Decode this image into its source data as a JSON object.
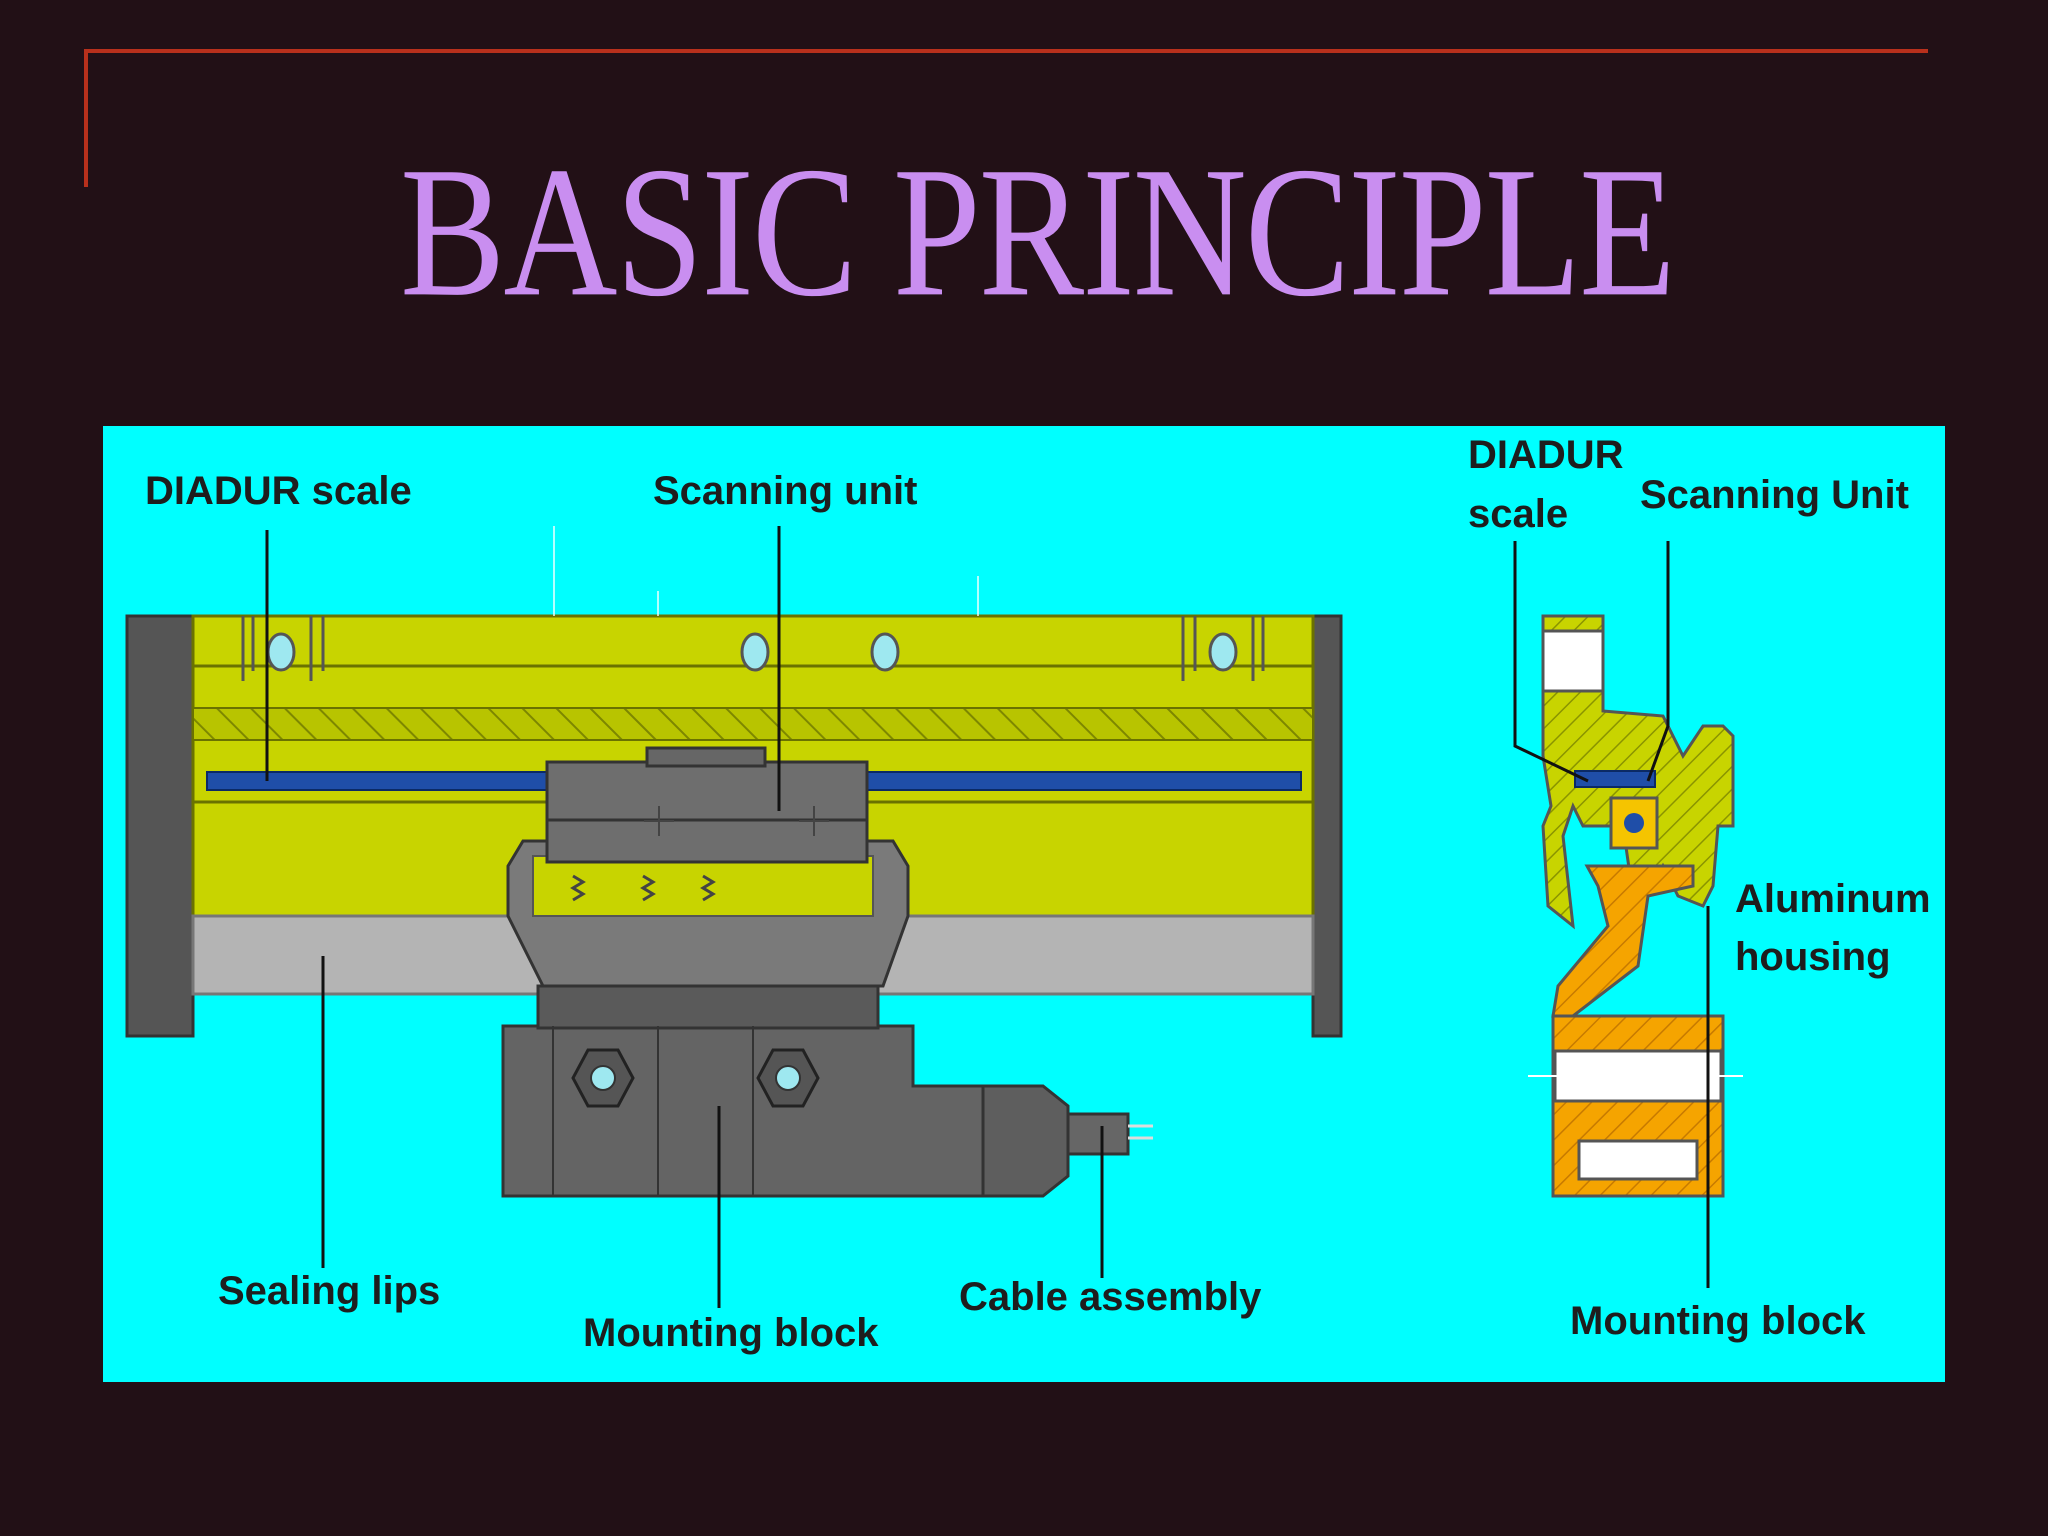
{
  "slide": {
    "title": "BASIC PRINCIPLE"
  },
  "diagram": {
    "labels": {
      "diadur_scale_left": "DIADUR scale",
      "scanning_unit_left": "Scanning unit",
      "sealing_lips": "Sealing lips",
      "mounting_block_left": "Mounting block",
      "cable_assembly": "Cable assembly",
      "diadur_right_line1": "DIADUR",
      "diadur_right_line2": "scale",
      "scanning_unit_right": "Scanning Unit",
      "aluminum_line1": "Aluminum",
      "aluminum_line2": "housing",
      "mounting_block_right": "Mounting block"
    },
    "colors": {
      "panel_background": "#00ffff",
      "housing_fill": "#c8d400",
      "scale_strip": "#1f4ea8",
      "scanning_unit_fill": "#6e6e6e",
      "mounting_block_fill": "#646464",
      "sealing_lips_fill": "#b4b4b4",
      "cross_section_mount": "#f5a400",
      "title_color": "#c98ef0",
      "frame_line": "#b8301c"
    }
  }
}
